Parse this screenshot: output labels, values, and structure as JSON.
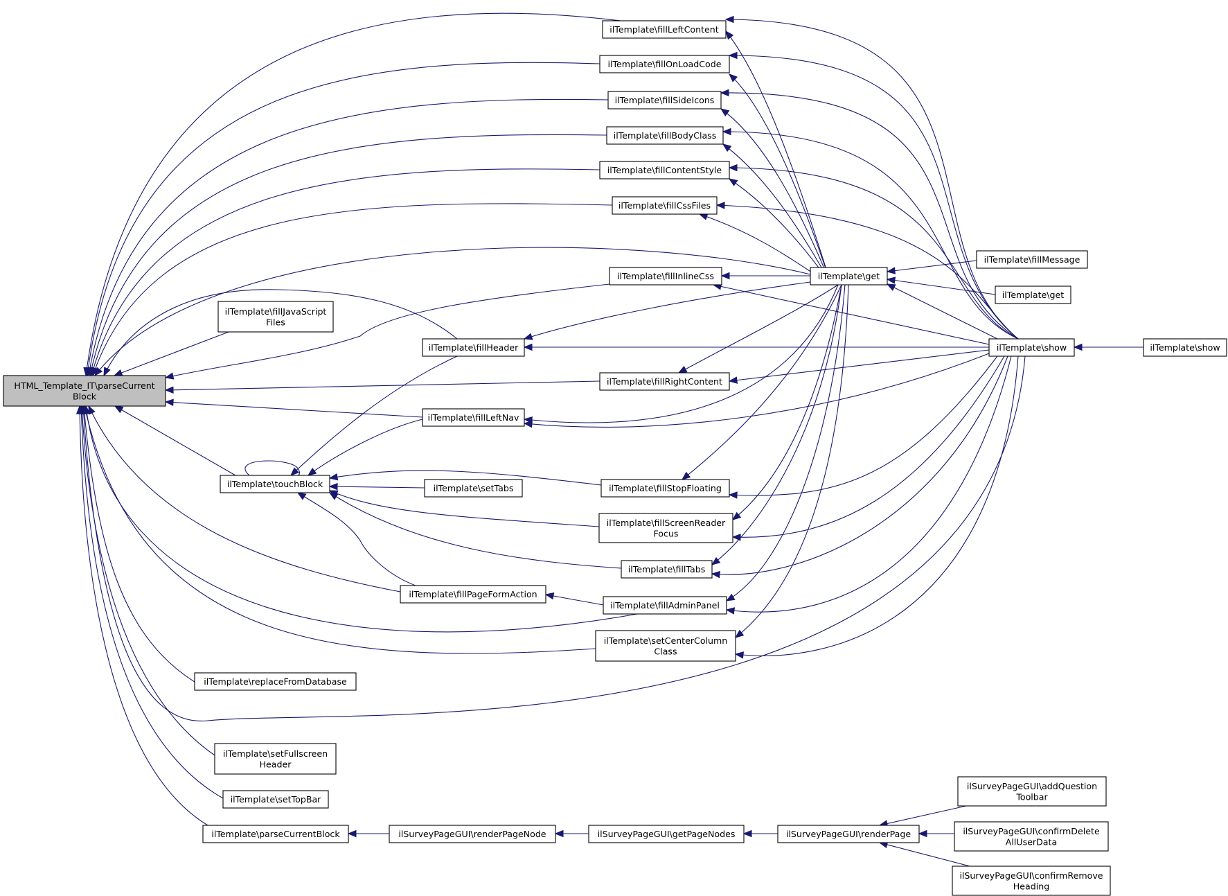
{
  "colors": {
    "edge": "#191970",
    "node_border": "#000000",
    "node_fill": "#ffffff",
    "focus_fill": "#bfbfbf"
  },
  "nodes": {
    "root": {
      "lines": [
        "HTML_Template_IT\\parseCurrent",
        "Block"
      ],
      "focus": true
    },
    "fillLeftContent": {
      "lines": [
        "ilTemplate\\fillLeftContent"
      ]
    },
    "fillOnLoadCode": {
      "lines": [
        "ilTemplate\\fillOnLoadCode"
      ]
    },
    "fillSideIcons": {
      "lines": [
        "ilTemplate\\fillSideIcons"
      ]
    },
    "fillBodyClass": {
      "lines": [
        "ilTemplate\\fillBodyClass"
      ]
    },
    "fillContentStyle": {
      "lines": [
        "ilTemplate\\fillContentStyle"
      ]
    },
    "fillCssFiles": {
      "lines": [
        "ilTemplate\\fillCssFiles"
      ]
    },
    "fillInlineCss": {
      "lines": [
        "ilTemplate\\fillInlineCss"
      ]
    },
    "fillJavaScriptFiles": {
      "lines": [
        "ilTemplate\\fillJavaScript",
        "Files"
      ]
    },
    "fillHeader": {
      "lines": [
        "ilTemplate\\fillHeader"
      ]
    },
    "fillRightContent": {
      "lines": [
        "ilTemplate\\fillRightContent"
      ]
    },
    "fillLeftNav": {
      "lines": [
        "ilTemplate\\fillLeftNav"
      ]
    },
    "touchBlock": {
      "lines": [
        "ilTemplate\\touchBlock"
      ]
    },
    "setTabs": {
      "lines": [
        "ilTemplate\\setTabs"
      ]
    },
    "fillStopFloating": {
      "lines": [
        "ilTemplate\\fillStopFloating"
      ]
    },
    "fillScreenReaderFocus": {
      "lines": [
        "ilTemplate\\fillScreenReader",
        "Focus"
      ]
    },
    "fillTabs": {
      "lines": [
        "ilTemplate\\fillTabs"
      ]
    },
    "fillPageFormAction": {
      "lines": [
        "ilTemplate\\fillPageFormAction"
      ]
    },
    "fillAdminPanel": {
      "lines": [
        "ilTemplate\\fillAdminPanel"
      ]
    },
    "setCenterColumnClass": {
      "lines": [
        "ilTemplate\\setCenterColumn",
        "Class"
      ]
    },
    "replaceFromDatabase": {
      "lines": [
        "ilTemplate\\replaceFromDatabase"
      ]
    },
    "setFullscreenHeader": {
      "lines": [
        "ilTemplate\\setFullscreen",
        "Header"
      ]
    },
    "setTopBar": {
      "lines": [
        "ilTemplate\\setTopBar"
      ]
    },
    "parseCurrentBlock": {
      "lines": [
        "ilTemplate\\parseCurrentBlock"
      ]
    },
    "renderPageNode": {
      "lines": [
        "ilSurveyPageGUI\\renderPageNode"
      ]
    },
    "getPageNodes": {
      "lines": [
        "ilSurveyPageGUI\\getPageNodes"
      ]
    },
    "renderPage": {
      "lines": [
        "ilSurveyPageGUI\\renderPage"
      ]
    },
    "addQuestionToolbar": {
      "lines": [
        "ilSurveyPageGUI\\addQuestion",
        "Toolbar"
      ]
    },
    "confirmDeleteAllUserData": {
      "lines": [
        "ilSurveyPageGUI\\confirmDelete",
        "AllUserData"
      ]
    },
    "confirmRemoveHeading": {
      "lines": [
        "ilSurveyPageGUI\\confirmRemove",
        "Heading"
      ]
    },
    "get": {
      "lines": [
        "ilTemplate\\get"
      ]
    },
    "fillMessage": {
      "lines": [
        "ilTemplate\\fillMessage"
      ]
    },
    "get2": {
      "lines": [
        "ilTemplate\\get"
      ]
    },
    "show": {
      "lines": [
        "ilTemplate\\show"
      ]
    },
    "show2": {
      "lines": [
        "ilTemplate\\show"
      ]
    }
  },
  "edges": [
    [
      "fillLeftContent",
      "root"
    ],
    [
      "fillOnLoadCode",
      "root"
    ],
    [
      "fillSideIcons",
      "root"
    ],
    [
      "fillBodyClass",
      "root"
    ],
    [
      "fillContentStyle",
      "root"
    ],
    [
      "fillCssFiles",
      "root"
    ],
    [
      "get",
      "root"
    ],
    [
      "fillHeader",
      "root"
    ],
    [
      "fillJavaScriptFiles",
      "root"
    ],
    [
      "fillInlineCss",
      "root"
    ],
    [
      "fillRightContent",
      "root"
    ],
    [
      "fillLeftNav",
      "root"
    ],
    [
      "touchBlock",
      "root"
    ],
    [
      "fillPageFormAction",
      "root"
    ],
    [
      "fillAdminPanel",
      "root"
    ],
    [
      "setCenterColumnClass",
      "root"
    ],
    [
      "replaceFromDatabase",
      "root"
    ],
    [
      "show",
      "root"
    ],
    [
      "setFullscreenHeader",
      "root"
    ],
    [
      "setTopBar",
      "root"
    ],
    [
      "parseCurrentBlock",
      "root"
    ],
    [
      "get",
      "fillLeftContent"
    ],
    [
      "show",
      "fillLeftContent"
    ],
    [
      "get",
      "fillOnLoadCode"
    ],
    [
      "show",
      "fillOnLoadCode"
    ],
    [
      "get",
      "fillSideIcons"
    ],
    [
      "show",
      "fillSideIcons"
    ],
    [
      "get",
      "fillBodyClass"
    ],
    [
      "show",
      "fillBodyClass"
    ],
    [
      "get",
      "fillContentStyle"
    ],
    [
      "show",
      "fillContentStyle"
    ],
    [
      "get",
      "fillCssFiles"
    ],
    [
      "show",
      "fillCssFiles"
    ],
    [
      "get",
      "fillInlineCss"
    ],
    [
      "show",
      "fillInlineCss"
    ],
    [
      "get",
      "fillHeader"
    ],
    [
      "show",
      "fillHeader"
    ],
    [
      "get",
      "fillRightContent"
    ],
    [
      "show",
      "fillRightContent"
    ],
    [
      "get",
      "fillLeftNav"
    ],
    [
      "show",
      "fillLeftNav"
    ],
    [
      "fillHeader",
      "touchBlock"
    ],
    [
      "fillLeftNav",
      "touchBlock"
    ],
    [
      "touchBlock",
      "touchBlock"
    ],
    [
      "setTabs",
      "touchBlock"
    ],
    [
      "fillStopFloating",
      "touchBlock"
    ],
    [
      "fillScreenReaderFocus",
      "touchBlock"
    ],
    [
      "fillTabs",
      "touchBlock"
    ],
    [
      "fillPageFormAction",
      "touchBlock"
    ],
    [
      "get",
      "fillStopFloating"
    ],
    [
      "show",
      "fillStopFloating"
    ],
    [
      "get",
      "fillScreenReaderFocus"
    ],
    [
      "show",
      "fillScreenReaderFocus"
    ],
    [
      "get",
      "fillTabs"
    ],
    [
      "show",
      "fillTabs"
    ],
    [
      "fillAdminPanel",
      "fillPageFormAction"
    ],
    [
      "get",
      "fillAdminPanel"
    ],
    [
      "show",
      "fillAdminPanel"
    ],
    [
      "get",
      "setCenterColumnClass"
    ],
    [
      "show",
      "setCenterColumnClass"
    ],
    [
      "fillMessage",
      "get"
    ],
    [
      "get2",
      "get"
    ],
    [
      "show",
      "get"
    ],
    [
      "show2",
      "show"
    ],
    [
      "renderPageNode",
      "parseCurrentBlock"
    ],
    [
      "getPageNodes",
      "renderPageNode"
    ],
    [
      "renderPage",
      "getPageNodes"
    ],
    [
      "addQuestionToolbar",
      "renderPage"
    ],
    [
      "confirmDeleteAllUserData",
      "renderPage"
    ],
    [
      "confirmRemoveHeading",
      "renderPage"
    ]
  ]
}
